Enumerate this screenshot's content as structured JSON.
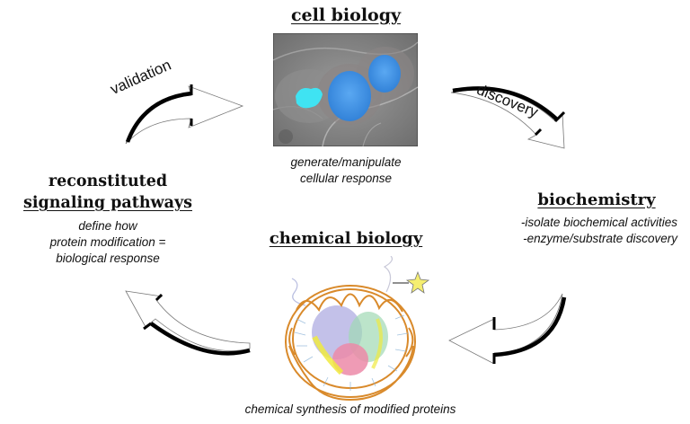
{
  "diagram": {
    "type": "cycle",
    "nodes": {
      "cell_biology": {
        "title": "cell biology",
        "caption_lines": [
          "generate/manipulate",
          "cellular response"
        ],
        "image": "fluorescence-microscopy-cells-with-blue-nuclei"
      },
      "biochemistry": {
        "title": "biochemistry",
        "desc_lines": [
          "-isolate biochemical activities",
          "-enzyme/substrate discovery"
        ]
      },
      "chemical_biology": {
        "title": "chemical biology",
        "caption": "chemical synthesis of modified proteins",
        "image": "nucleosome-structure-with-star-label"
      },
      "reconstituted": {
        "title_line1": "reconstituted",
        "title_line2": "signaling pathways",
        "desc_lines": [
          "define how",
          "protein modification =",
          "biological response"
        ]
      }
    },
    "arrows": [
      {
        "from": "reconstituted",
        "to": "cell_biology",
        "label": "validation"
      },
      {
        "from": "cell_biology",
        "to": "biochemistry",
        "label": "discovery"
      },
      {
        "from": "biochemistry",
        "to": "chemical_biology",
        "label": ""
      },
      {
        "from": "chemical_biology",
        "to": "reconstituted",
        "label": ""
      }
    ],
    "colors": {
      "nucleus_blue": "#3a8fe0",
      "nucleus_cyan": "#40e0f0",
      "cell_gray": "#8a8a8a",
      "dna_orange": "#d98a2b",
      "star_yellow": "#f5ee70"
    }
  }
}
